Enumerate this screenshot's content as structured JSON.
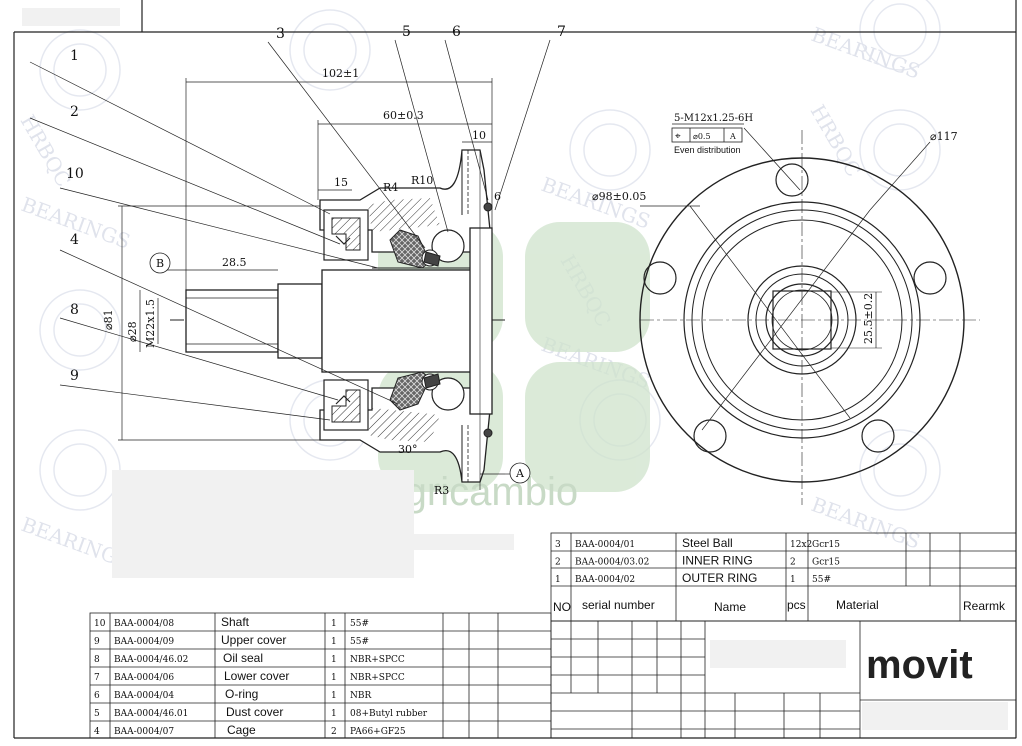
{
  "brand": {
    "watermark_text": "Agricambio",
    "logo_text": "movit",
    "bg_watermark_letters": "HRBQC",
    "bg_watermark_word": "BEARINGS",
    "watermark_color": "#cfe3cc",
    "line_color": "#222222"
  },
  "balloons": [
    "1",
    "2",
    "3",
    "4",
    "5",
    "6",
    "7",
    "8",
    "9",
    "10"
  ],
  "dimensions": {
    "total_length": "102±1",
    "flange_length": "60±0.3",
    "flange_thickness": "10",
    "seal_width": "15",
    "radius_r4": "R4",
    "radius_r10": "R10",
    "dim_6": "6",
    "shaft_length": "28.5",
    "dia_81": "⌀81",
    "dia_28": "⌀28",
    "thread": "M22x1.5",
    "angle": "30°",
    "radius_r3": "R3",
    "datum_a": "A",
    "datum_b": "B",
    "bolt_spec": "5-M12x1.25-6H",
    "bolt_tolerance": "⌀0.5",
    "bolt_datum": "A",
    "bolt_note": "Even distribution",
    "pcd": "⌀98±0.05",
    "outer_dia": "⌀117",
    "width_25": "25.5±0.2"
  },
  "bom_lower": [
    {
      "no": "10",
      "code": "BAA-0004/08",
      "name": "Shaft",
      "qty": "1",
      "material": "55#"
    },
    {
      "no": "9",
      "code": "BAA-0004/09",
      "name": "Upper cover",
      "qty": "1",
      "material": "55#"
    },
    {
      "no": "8",
      "code": "BAA-0004/46.02",
      "name": "Oil seal",
      "qty": "1",
      "material": "NBR+SPCC"
    },
    {
      "no": "7",
      "code": "BAA-0004/06",
      "name": "Lower cover",
      "qty": "1",
      "material": "NBR+SPCC"
    },
    {
      "no": "6",
      "code": "BAA-0004/04",
      "name": "O-ring",
      "qty": "1",
      "material": "NBR"
    },
    {
      "no": "5",
      "code": "BAA-0004/46.01",
      "name": "Dust cover",
      "qty": "1",
      "material": "08+Butyl rubber"
    },
    {
      "no": "4",
      "code": "BAA-0004/07",
      "name": "Cage",
      "qty": "2",
      "material": "PA66+GF25"
    }
  ],
  "bom_upper": [
    {
      "no": "3",
      "code": "BAA-0004/01",
      "name": "Steel Ball",
      "qty": "12x2",
      "material": "Gcr15"
    },
    {
      "no": "2",
      "code": "BAA-0004/03.02",
      "name": "INNER RING",
      "qty": "2",
      "material": "Gcr15"
    },
    {
      "no": "1",
      "code": "BAA-0004/02",
      "name": "OUTER RING",
      "qty": "1",
      "material": "55#"
    }
  ],
  "bom_header": {
    "no": "NO",
    "serial": "serial number",
    "name": "Name",
    "pcs": "pcs",
    "material": "Material",
    "remark": "Rearmk"
  }
}
